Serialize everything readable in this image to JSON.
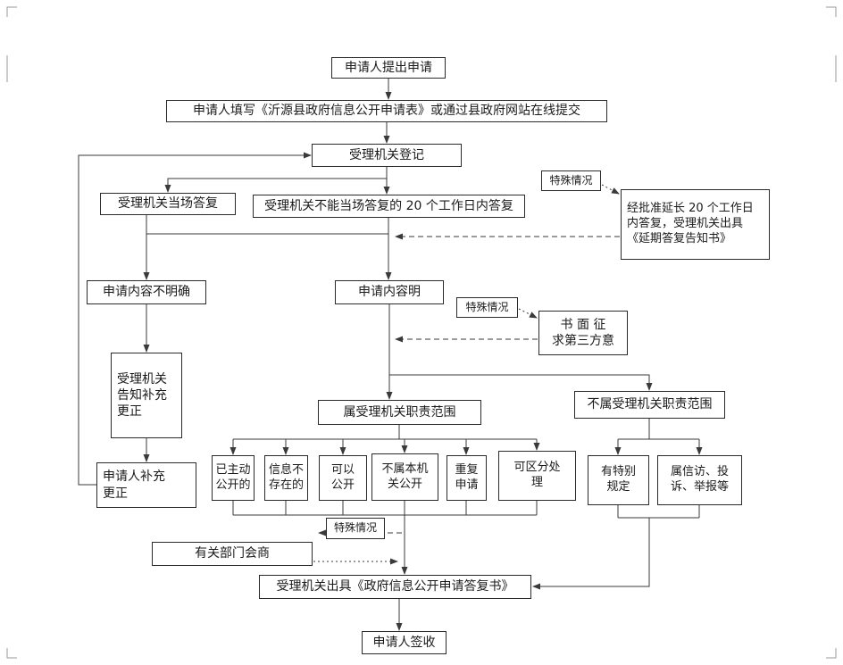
{
  "colors": {
    "line": "#3a3a3a",
    "border": "#2a2a2a",
    "background": "#ffffff",
    "text": "#1a1a1a"
  },
  "nodes": {
    "submit": {
      "label": "申请人提出申请"
    },
    "fill_form": {
      "label": "申请人填写《沂源县政府信息公开申请表》或通过县政府网站在线提交"
    },
    "register": {
      "label": "受理机关登记"
    },
    "reply_onsite": {
      "label": "受理机关当场答复"
    },
    "reply_20days": {
      "label": "受理机关不能当场答复的 20 个工作日内答复"
    },
    "special1": {
      "label": "特殊情况"
    },
    "extend": {
      "label": "经批准延长 20 个工作日\n内答复，受理机关出具\n《延期答复告知书》"
    },
    "unclear": {
      "label": "申请内容不明确"
    },
    "clear": {
      "label": "申请内容明"
    },
    "special2": {
      "label": "特殊情况"
    },
    "third_party": {
      "label": "书 面 征\n求第三方意"
    },
    "notify": {
      "label": "受理机关\n告知补充\n更正"
    },
    "supplement": {
      "label": "申请人补充\n更正"
    },
    "in_scope": {
      "label": "属受理机关职责范围"
    },
    "out_scope": {
      "label": "不属受理机关职责范围"
    },
    "already_public": {
      "label": "已主动\n公开的"
    },
    "not_exist": {
      "label": "信息不\n存在的"
    },
    "can_public": {
      "label": "可以\n公开"
    },
    "not_this_org": {
      "label": "不属本机\n关公开"
    },
    "repeat": {
      "label": "重复\n申请"
    },
    "separable": {
      "label": "可区分处\n理"
    },
    "special_rule": {
      "label": "有特别\n规定"
    },
    "petition": {
      "label": "属信访、投\n诉、举报等"
    },
    "special3": {
      "label": "特殊情况"
    },
    "consult": {
      "label": "有关部门会商"
    },
    "reply_doc": {
      "label": "受理机关出具《政府信息公开申请答复书》"
    },
    "sign": {
      "label": "申请人签收"
    }
  }
}
